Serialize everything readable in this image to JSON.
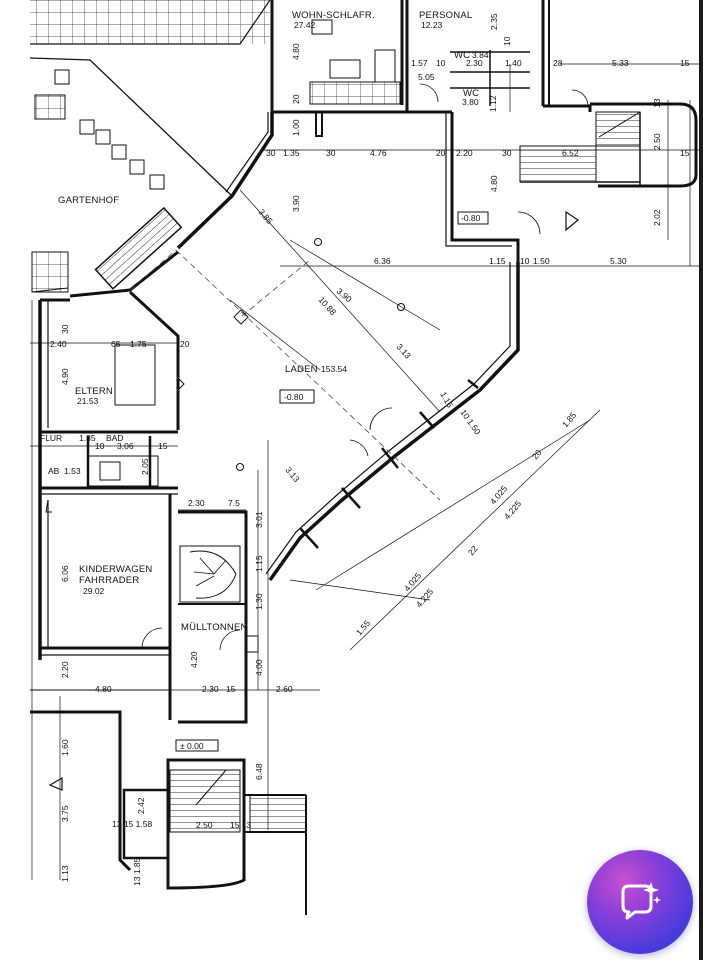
{
  "plan": {
    "rooms": {
      "wohn": "WOHN-SCHLAFR.",
      "wohn_area": "27.42",
      "personal": "PERSONAL",
      "personal_area": "12.23",
      "wc1": "WC",
      "wc1_area": "3.84",
      "wc2": "WC",
      "wc2_area": "3.80",
      "gartenhof": "GARTENHOF",
      "laden": "LADEN",
      "laden_area": "153.54",
      "eltern": "ELTERN",
      "eltern_area": "21.53",
      "flur": "FLUR",
      "bad": "BAD",
      "abst": "AB",
      "kinderwagen": "KINDERWAGEN",
      "fahrrader": "FAHRRADER",
      "kinderwagen_area": "29.02",
      "mulltonnen": "MÜLLTONNEN"
    },
    "levels": {
      "laden_level": "-0.80",
      "upper_level": "-0.80",
      "ground_level": "± 0.00"
    },
    "dims": {
      "d480": "4.80",
      "d20a": "20",
      "d235": "2.35",
      "d10a": "10",
      "d157": "1.57",
      "d10b": "10",
      "d505": "5.05",
      "d230a": "2.30",
      "d140": "1.40",
      "d28": "28",
      "d533": "5.33",
      "d15a": "15",
      "d13a": "13",
      "d100": "1.00",
      "d112": "1.12",
      "d30a": "30",
      "d135": "1.35",
      "d30b": "30",
      "d476": "4.76",
      "d20b": "20",
      "d220": "2.20",
      "d30c": "30",
      "d652": "6.52",
      "d250": "2.50",
      "d15b": "15",
      "d390a": "3.90",
      "d385": "3.85",
      "d480b": "4.80",
      "d202": "2.02",
      "d636": "6.36",
      "d115": "1.15",
      "d10c": "10",
      "d150": "1.50",
      "d530": "5.30",
      "d390b": "3.90",
      "d1088": "10.88",
      "d313a": "3.13",
      "d240": "2.40",
      "d65": "65",
      "d175": "1.75",
      "d20c": "20",
      "d30d": "30",
      "d490": "4.90",
      "d115b": "1.15",
      "d10_150": "10 1.50",
      "d185": "1.85",
      "d185b": "1.85",
      "d10d": "10",
      "d306": "3.06",
      "d15c": "15",
      "d205": "2.05",
      "d153": "1.53",
      "d313b": "3.13",
      "d20d": "20",
      "d4025a": "4.025",
      "d230b": "2.30",
      "d75": "7.5",
      "d301": "3.01",
      "d4225a": "4.225",
      "d606": "6.06",
      "d115c": "1.15",
      "d130": "1.30",
      "d155": "1.55",
      "d4025b": "4.025",
      "d4225b": "4.225",
      "d22": "22",
      "d420": "4.20",
      "d400": "4.00",
      "d480c": "4.80",
      "d230c": "2.30",
      "d15d": "15",
      "d260": "2.60",
      "d220b": "2.20",
      "d160": "1.60",
      "d648": "6.48",
      "d242": "2.42",
      "d375": "3.75",
      "d13_15_158": "13 15 1.58",
      "d250b": "2.50",
      "d15_13": "15 13",
      "d113": "1.13",
      "d13_185": "13 1.85"
    }
  }
}
